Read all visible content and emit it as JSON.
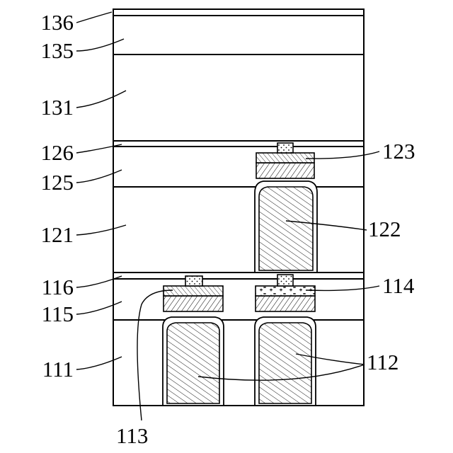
{
  "figure": {
    "labels": {
      "l136": "136",
      "l135": "135",
      "l131": "131",
      "l126": "126",
      "l125": "125",
      "l121": "121",
      "l116": "116",
      "l115": "115",
      "l111": "111",
      "l123": "123",
      "l122": "122",
      "l114": "114",
      "l112": "112",
      "l113": "113"
    }
  }
}
